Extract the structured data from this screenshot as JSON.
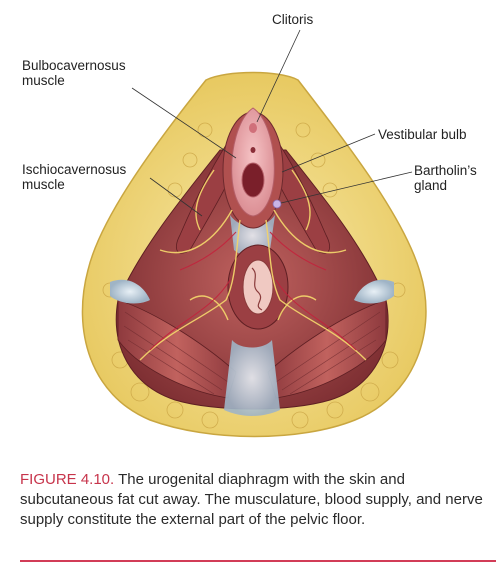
{
  "labels": {
    "clitoris": "Clitoris",
    "bulbocavernosus_line1": "Bulbocavernosus",
    "bulbocavernosus_line2": "muscle",
    "vestibular_bulb": "Vestibular bulb",
    "bartholin_line1": "Bartholin’s",
    "bartholin_line2": "gland",
    "ischiocavernosus_line1": "Ischiocavernosus",
    "ischiocavernosus_line2": "muscle"
  },
  "caption": {
    "figure_number": "FIGURE 4.10.",
    "text": " The urogenital diaphragm with the skin and subcutaneous fat cut away. The musculature, blood supply, and nerve supply constitute the external part of the pelvic floor."
  },
  "colors": {
    "accent": "#d23c57",
    "fat": "#f0d97a",
    "muscle": "#a4474a",
    "nerve": "#f2d36b",
    "mucosa": "#e8a3a9"
  }
}
